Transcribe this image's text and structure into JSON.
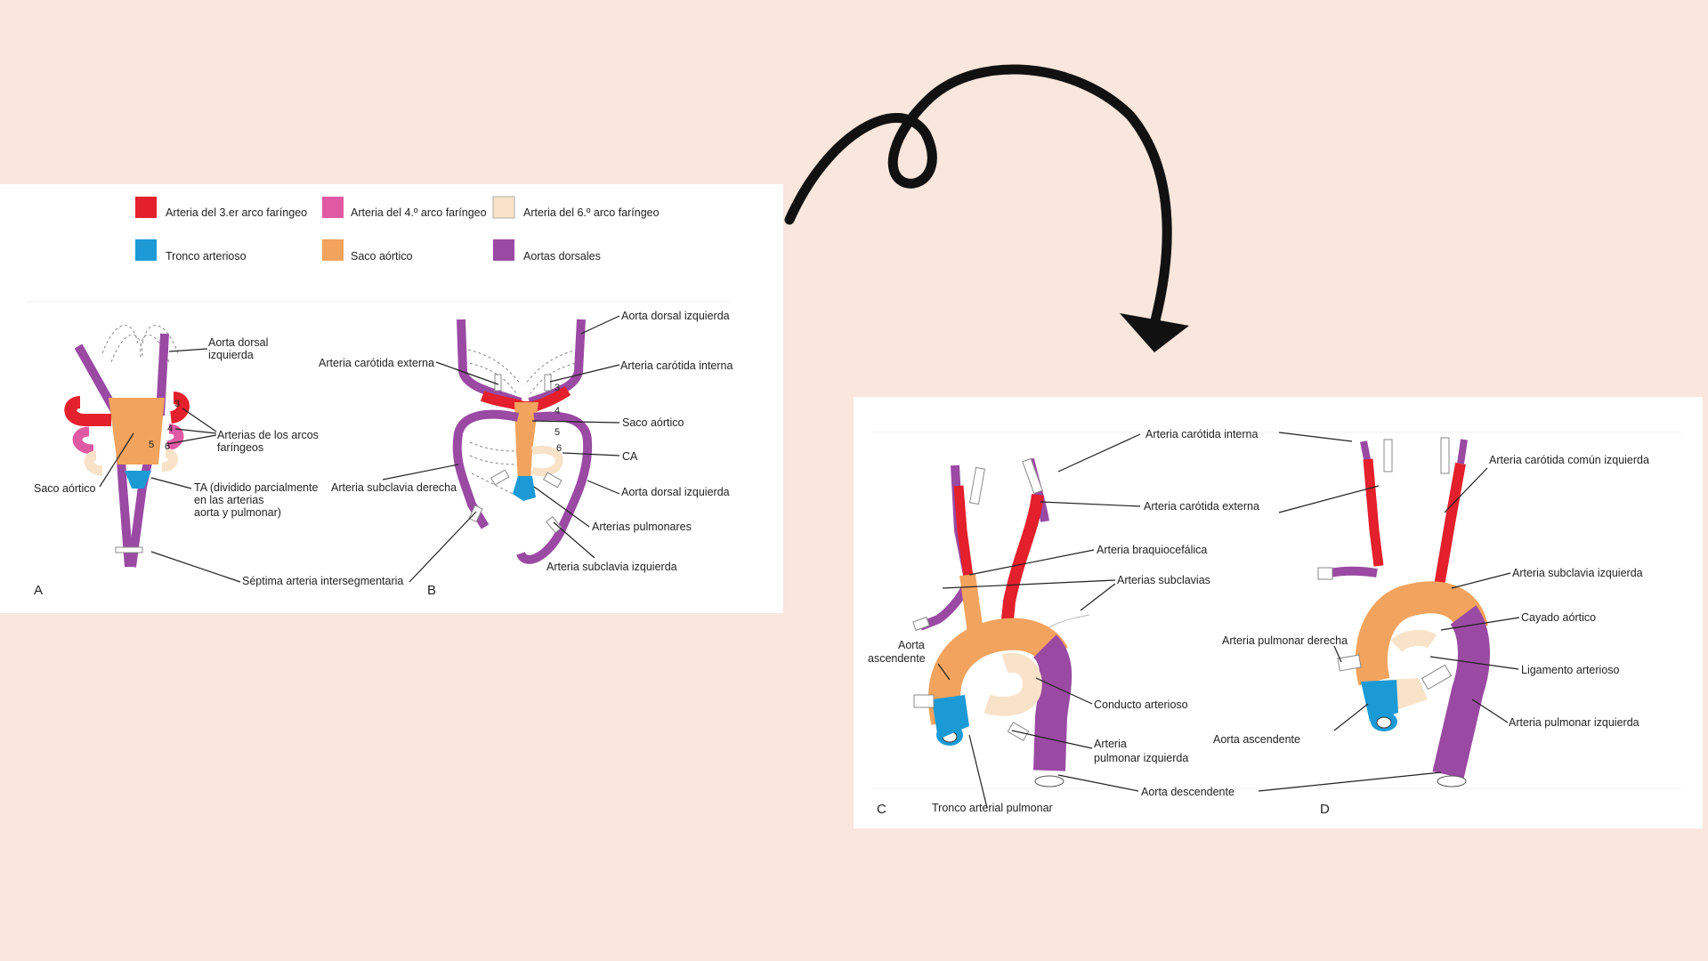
{
  "legend": {
    "arch3": "Arteria del 3.er arco faríngeo",
    "arch4": "Arteria del 4.º arco faríngeo",
    "arch6": "Arteria del 6.º arco faríngeo",
    "truncus": "Tronco arterioso",
    "sac": "Saco aórtico",
    "dorsal": "Aortas dorsales"
  },
  "colors": {
    "arch3": "#e3202b",
    "arch4": "#e05aa3",
    "arch6": "#f8e3c8",
    "truncus": "#1b9ad6",
    "sac": "#f2a35e",
    "dorsal": "#9a4aa3",
    "background": "#f9e6dd",
    "arrow": "#111111"
  },
  "diagram_a": {
    "letter": "A",
    "aorta_dorsal_izq_1": "Aorta dorsal",
    "aorta_dorsal_izq_2": "izquierda",
    "arcos_1": "Arterias de los arcos",
    "arcos_2": "faríngeos",
    "saco": "Saco aórtico",
    "ta_1": "TA (dividido parcialmente",
    "ta_2": "en las arterias",
    "ta_3": "aorta y pulmonar)",
    "septima": "Séptima arteria intersegmentaria",
    "n3": "3",
    "n4": "4",
    "n5": "5",
    "n6": "6"
  },
  "diagram_b": {
    "letter": "B",
    "aorta_dorsal_izq": "Aorta dorsal izquierda",
    "carotida_ext": "Arteria carótida externa",
    "carotida_int": "Arteria carótida interna",
    "saco": "Saco aórtico",
    "ca": "CA",
    "subclavia_der": "Arteria subclavia derecha",
    "aorta_dorsal_izq_2": "Aorta dorsal izquierda",
    "pulmonares": "Arterias pulmonares",
    "subclavia_izq": "Arteria subclavia izquierda",
    "n3": "3",
    "n4": "4",
    "n5": "5",
    "n6": "6"
  },
  "diagram_c": {
    "letter": "C",
    "carotida_int": "Arteria carótida interna",
    "carotida_ext": "Arteria carótida externa",
    "braquio": "Arteria braquiocefálica",
    "subclavias": "Arterias subclavias",
    "aorta_asc_1": "Aorta",
    "aorta_asc_2": "ascendente",
    "conducto": "Conducto arterioso",
    "pulm_izq_1": "Arteria",
    "pulm_izq_2": "pulmonar izquierda",
    "tronco": "Tronco arterial pulmonar",
    "aorta_desc": "Aorta descendente"
  },
  "diagram_d": {
    "letter": "D",
    "carotida_comun": "Arteria carótida común izquierda",
    "subclavia_izq": "Arteria subclavia izquierda",
    "cayado": "Cayado aórtico",
    "pulm_der": "Arteria pulmonar derecha",
    "ligamento": "Ligamento arterioso",
    "aorta_asc": "Aorta ascendente",
    "pulm_izq": "Arteria pulmonar izquierda"
  }
}
